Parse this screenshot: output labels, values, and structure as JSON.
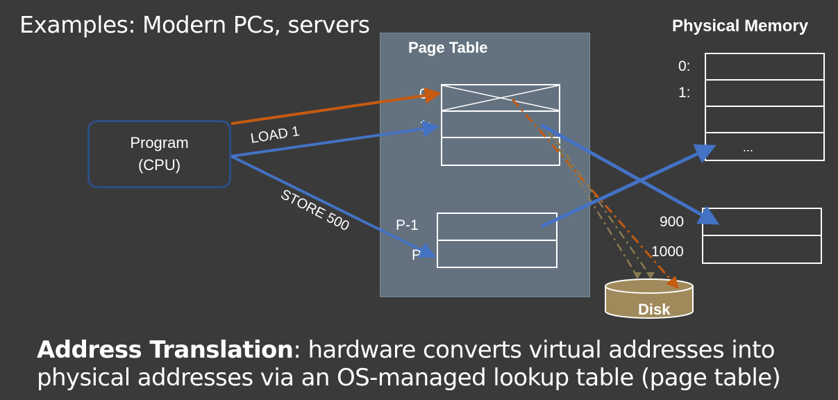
{
  "slide": {
    "title": "Examples: Modern PCs, servers",
    "caption_bold": "Address Translation",
    "caption_rest": ": hardware converts virtual addresses into physical addresses via an OS-managed lookup table (page table)"
  },
  "program": {
    "line1": "Program",
    "line2": "(CPU)"
  },
  "page_table": {
    "title": "Page Table",
    "top_labels": [
      "0:",
      "1:"
    ],
    "bottom_labels": [
      "P-1",
      "P"
    ]
  },
  "physical_memory": {
    "title": "Physical Memory",
    "top_labels": [
      "0:",
      "1:"
    ],
    "ellipsis": "...",
    "bottom_labels": [
      "900",
      "1000"
    ]
  },
  "disk": {
    "label": "Disk"
  },
  "arrows": {
    "load": "LOAD 1",
    "store": "STORE 500"
  },
  "colors": {
    "blue": "#4472c4",
    "orange": "#c55a11",
    "disk": "#a08a5c",
    "panel": "#647280"
  }
}
